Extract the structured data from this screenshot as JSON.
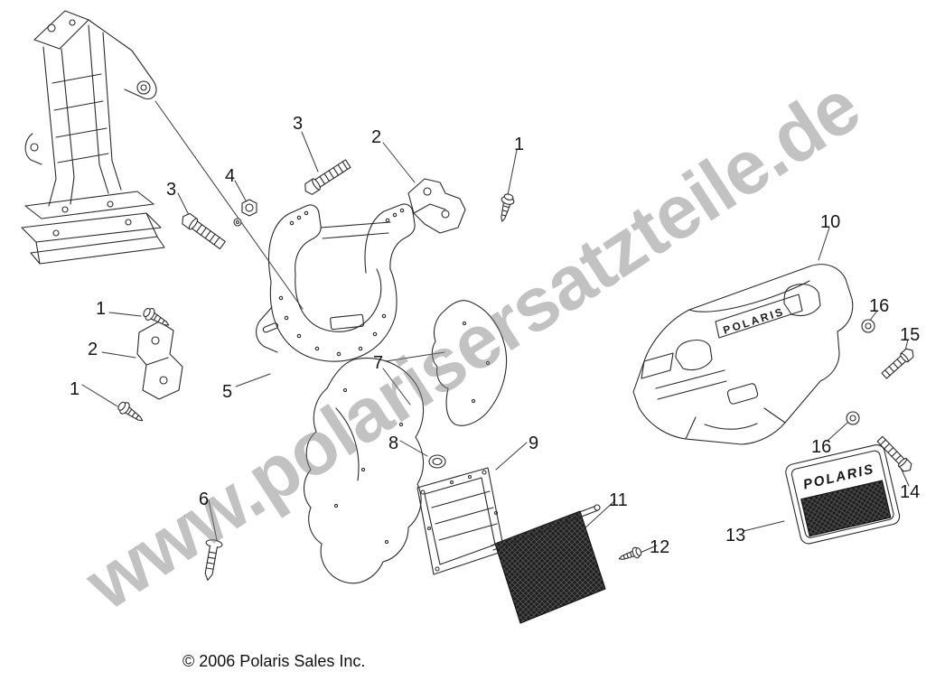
{
  "watermark": {
    "text": "www.polarisersatzteile.de"
  },
  "copyright": {
    "text": "© 2006 Polaris Sales Inc."
  },
  "brand": {
    "grille_text": "POLARIS",
    "bumper_text": "POLARIS"
  },
  "callouts": [
    {
      "id": "3-upper-bolt",
      "label": "3"
    },
    {
      "id": "2-upper-bracket",
      "label": "2"
    },
    {
      "id": "1-upper-screw",
      "label": "1"
    },
    {
      "id": "4-nut",
      "label": "4"
    },
    {
      "id": "3-left-bolt",
      "label": "3"
    },
    {
      "id": "10-front-bumper",
      "label": "10"
    },
    {
      "id": "16-washer-upper",
      "label": "16"
    },
    {
      "id": "15-bolt",
      "label": "15"
    },
    {
      "id": "1-mid-screw",
      "label": "1"
    },
    {
      "id": "2-lower-bracket",
      "label": "2"
    },
    {
      "id": "5-bumper-mount",
      "label": "5"
    },
    {
      "id": "7-fender-panels",
      "label": "7"
    },
    {
      "id": "1-lower-screw",
      "label": "1"
    },
    {
      "id": "8-grommet",
      "label": "8"
    },
    {
      "id": "9-access-panel",
      "label": "9"
    },
    {
      "id": "16-washer-lower",
      "label": "16"
    },
    {
      "id": "14-bolt",
      "label": "14"
    },
    {
      "id": "6-push-rivet",
      "label": "6"
    },
    {
      "id": "11-mesh-screen",
      "label": "11"
    },
    {
      "id": "13-grille-panel",
      "label": "13"
    },
    {
      "id": "12-screw",
      "label": "12"
    }
  ]
}
